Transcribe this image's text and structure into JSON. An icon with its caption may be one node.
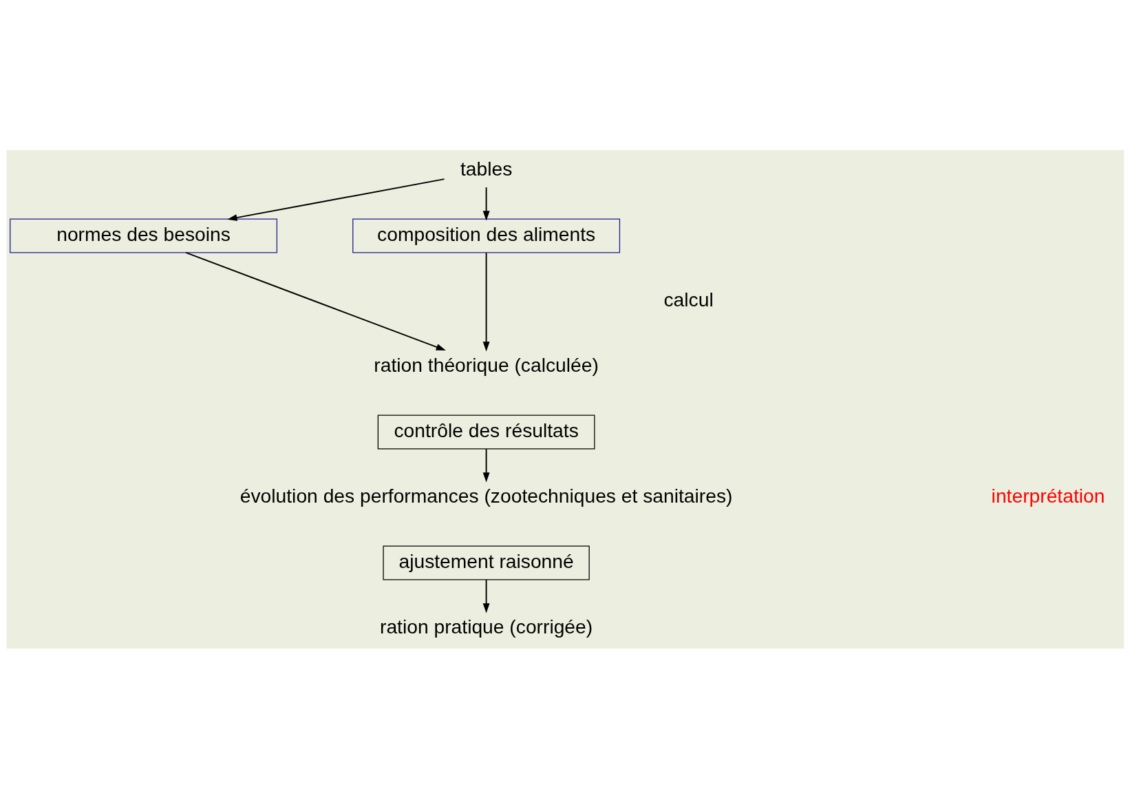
{
  "diagram": {
    "nodes": [
      {
        "text": [
          "tables"
        ]
      },
      {
        "text": [
          "normes des besoins"
        ]
      },
      {
        "text": [
          "composition des aliments"
        ]
      },
      {
        "text": [
          "ration théorique (calculée)"
        ]
      },
      {
        "text": [
          "contrôle des résultats"
        ]
      },
      {
        "text": [
          "évolution des performances (zootechniques et sanitaires)"
        ]
      },
      {
        "text": [
          "ajustement raisonné"
        ]
      },
      {
        "text": [
          "ration pratique (corrigée)"
        ]
      }
    ],
    "edges": [
      {
        "from": 0,
        "to": 1,
        "arrow": "to"
      },
      {
        "from": 0,
        "to": 2,
        "arrow": "to"
      },
      {
        "from": 1,
        "to": 3,
        "arrow": "to"
      },
      {
        "from": 2,
        "to": 3,
        "arrow": "to"
      },
      {
        "from": 4,
        "to": 5,
        "arrow": "to"
      },
      {
        "from": 6,
        "to": 7,
        "arrow": "to"
      }
    ],
    "labels": [
      "calcul",
      "interprétation"
    ]
  }
}
